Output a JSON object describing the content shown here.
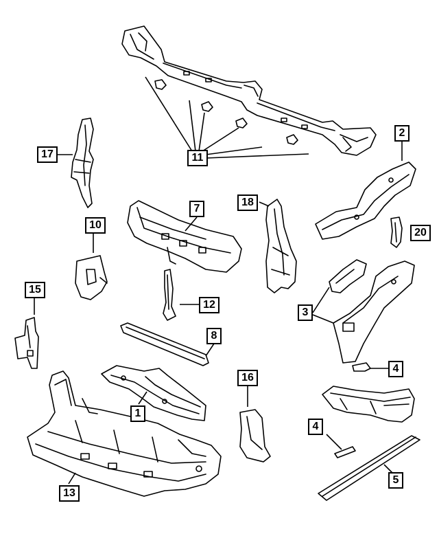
{
  "callouts": {
    "c1": "1",
    "c2": "2",
    "c3": "3",
    "c4a": "4",
    "c4b": "4",
    "c5": "5",
    "c7": "7",
    "c8": "8",
    "c10": "10",
    "c11": "11",
    "c12": "12",
    "c13": "13",
    "c15": "15",
    "c16": "16",
    "c17": "17",
    "c18": "18",
    "c20": "20"
  }
}
